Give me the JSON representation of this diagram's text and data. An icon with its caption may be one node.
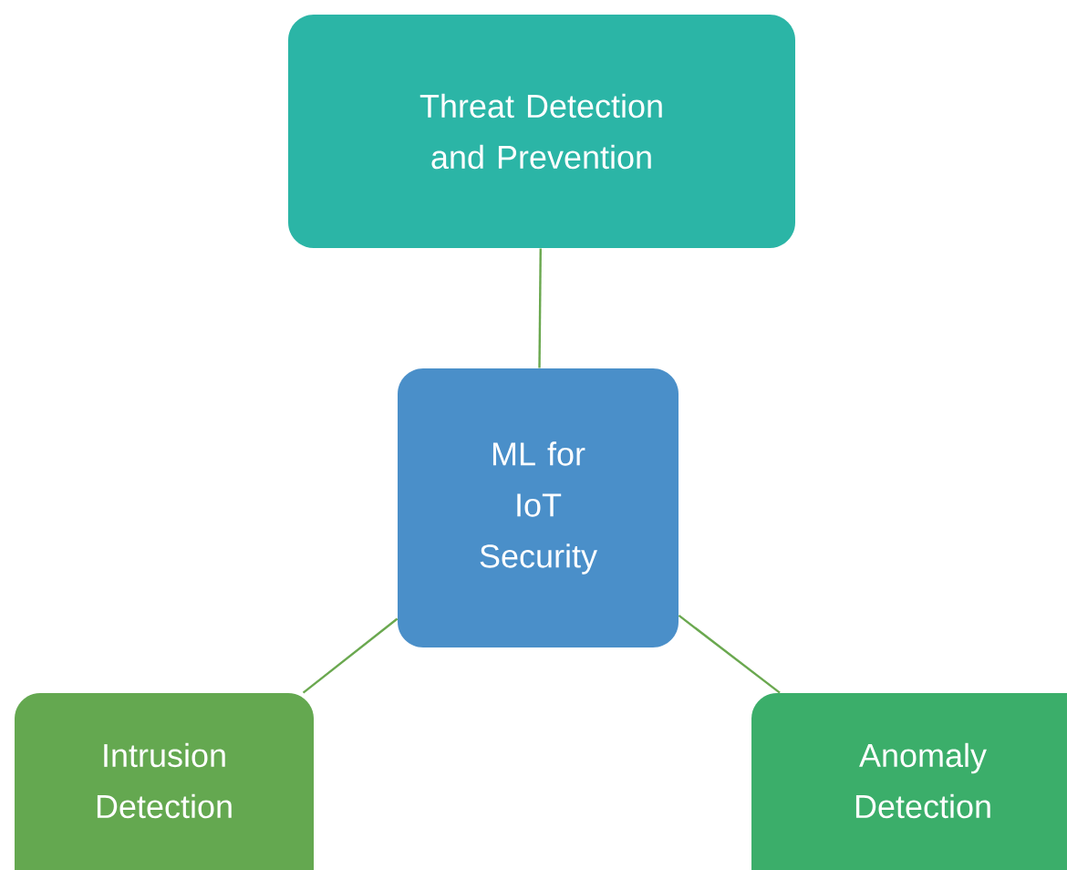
{
  "diagram": {
    "nodes": [
      {
        "text": [
          "Threat Detection and Prevention"
        ]
      },
      {
        "text": [
          "ML for IoT Security"
        ]
      },
      {
        "text": [
          "Intrusion Detection"
        ]
      },
      {
        "text": [
          "Anomaly Detection"
        ]
      }
    ],
    "edges": [
      {
        "from": 0,
        "to": 1,
        "arrow": "none"
      },
      {
        "from": 1,
        "to": 2,
        "arrow": "none"
      },
      {
        "from": 1,
        "to": 3,
        "arrow": "none"
      }
    ]
  }
}
